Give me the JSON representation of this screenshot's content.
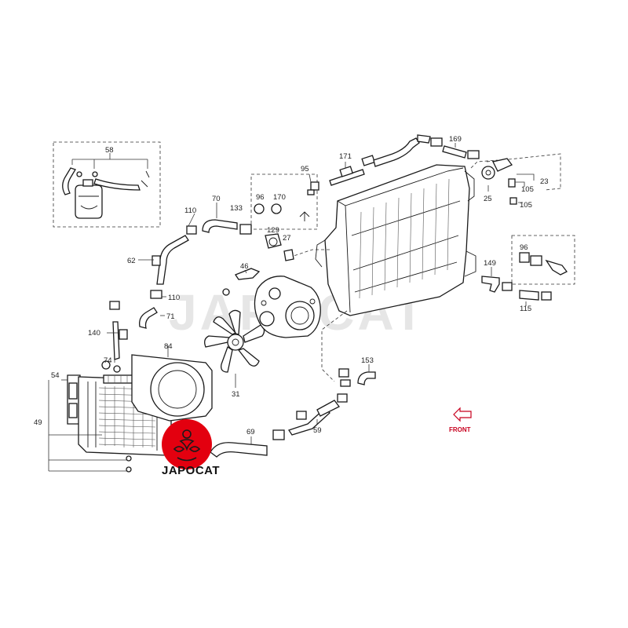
{
  "diagram": {
    "callouts": {
      "c58": "58",
      "c70": "70",
      "c110a": "110",
      "c96a": "96",
      "c170": "170",
      "c133": "133",
      "c129": "129",
      "c27": "27",
      "c95": "95",
      "c171": "171",
      "c169": "169",
      "c23": "23",
      "c105a": "105",
      "c25": "25",
      "c105b": "105",
      "c62": "62",
      "c46": "46",
      "c110b": "110",
      "c71": "71",
      "c140": "140",
      "c84": "84",
      "c74": "74",
      "c54": "54",
      "c31": "31",
      "c49": "49",
      "c69": "69",
      "c59": "59",
      "c153": "153",
      "c96b": "96",
      "c149": "149",
      "c115": "115"
    },
    "front_label": "FRONT",
    "watermark": "JAPOCAT",
    "logo_text": "JAPOCAT",
    "colors": {
      "logo_red": "#e3000f",
      "front_red": "#c8001e",
      "line": "#1a1a1a"
    }
  }
}
